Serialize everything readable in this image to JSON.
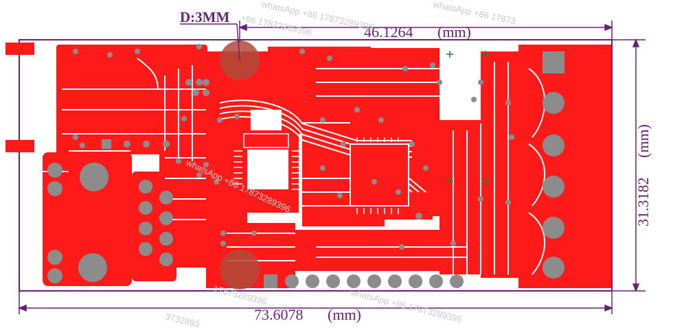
{
  "colors": {
    "copper": "#ff1a1a",
    "pad": "#8c8c8c",
    "dimension": "#6b1f7a",
    "hole": "#b04a3a",
    "marker": "#1a8a1a"
  },
  "dimensions": {
    "hole_label": "D:3MM",
    "top_width": "46.1264",
    "top_unit": "(mm)",
    "bottom_width": "73.6078",
    "bottom_unit": "(mm)",
    "height": "31.3182",
    "height_unit": "(mm)"
  },
  "watermarks": [
    "whatsApp +86 17873289396",
    "whatsApp +86 17873",
    "+86 17873289396",
    "whatsApp +86 17873289396",
    "17873289396",
    "whatsApp +86 17873289396",
    "3732893"
  ]
}
